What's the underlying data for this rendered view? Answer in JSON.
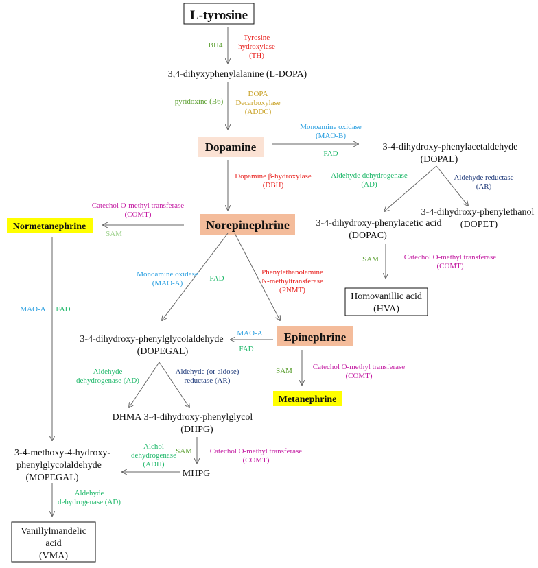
{
  "colors": {
    "black": "#111111",
    "red": "#e8211e",
    "green": "#5a9e2f",
    "teal": "#1fb86a",
    "blue": "#2a9fe0",
    "navy": "#1f3a7a",
    "magenta": "#c41ea3",
    "gold": "#c9a227",
    "pale_green": "#9cd08a",
    "highlight_yellow": "#ffff00",
    "highlight_salmon": "#f2b08a",
    "highlight_peach": "#fbe2d4"
  },
  "compounds": {
    "l_tyrosine": "L-tyrosine",
    "l_dopa": "3,4-dihyxyphenylalanine (L-DOPA)",
    "dopamine": "Dopamine",
    "dopal_1": "3-4-dihydroxy-phenylacetaldehyde",
    "dopal_2": "(DOPAL)",
    "norepinephrine": "Norepinephrine",
    "normetanephrine": "Normetanephrine",
    "dopac_1": "3-4-dihydroxy-phenylacetic acid",
    "dopac_2": "(DOPAC)",
    "dopet_1": "3-4-dihydroxy-phenylethanol",
    "dopet_2": "(DOPET)",
    "hva_1": "Homovanillic acid",
    "hva_2": "(HVA)",
    "epinephrine": "Epinephrine",
    "dopegal_1": "3-4-dihydroxy-phenylglycolaldehyde",
    "dopegal_2": "(DOPEGAL)",
    "metanephrine": "Metanephrine",
    "dhma": "DHMA",
    "dhpg_1": "3-4-dihydroxy-phenylglycol",
    "dhpg_2": "(DHPG)",
    "mopegal_1": "3-4-methoxy-4-hydroxy-",
    "mopegal_2": "phenylglycolaldehyde",
    "mopegal_3": "(MOPEGAL)",
    "mhpg": "MHPG",
    "vma_1": "Vanillylmandelic",
    "vma_2": "acid",
    "vma_3": "(VMA)"
  },
  "enzymes": {
    "bh4": "BH4",
    "th_1": "Tyrosine",
    "th_2": "hydroxylase",
    "th_3": "(TH)",
    "b6": "pyridoxine (B6)",
    "addc_1": "DOPA",
    "addc_2": "Decarboxylase",
    "addc_3": "(ADDC)",
    "maob_1": "Monoamine oxidase",
    "maob_2": "(MAO-B)",
    "fad_dopal": "FAD",
    "dbh_1": "Dopamine β-hydroxylase",
    "dbh_2": "(DBH)",
    "ad_dopac_1": "Aldehyde dehydrogenase",
    "ad_dopac_2": "(AD)",
    "ar_dopet_1": "Aldehyde  reductase",
    "ar_dopet_2": "(AR)",
    "comt_nm_1": "Catechol O-methyl transferase",
    "comt_nm_2": "(COMT)",
    "sam_nm": "SAM",
    "sam_hva": "SAM",
    "comt_hva_1": "Catechol O-methyl transferase",
    "comt_hva_2": "(COMT)",
    "maoa_1": "Monoamine oxidase",
    "maoa_2": "(MAO-A)",
    "fad_dopegal": "FAD",
    "pnmt_1": "Phenylethanolamine",
    "pnmt_2": "N-methyltransferase",
    "pnmt_3": "(PNMT)",
    "maoa_left": "MAO-A",
    "fad_left": "FAD",
    "maoa_epi": "MAO-A",
    "fad_epi": "FAD",
    "sam_meta": "SAM",
    "comt_meta_1": "Catechol O-methyl transferase",
    "comt_meta_2": "(COMT)",
    "ad_dhma_1": "Aldehyde",
    "ad_dhma_2": "dehydrogenase  (AD)",
    "ar_dhpg_1": "Aldehyde  (or aldose)",
    "ar_dhpg_2": "reductase  (AR)",
    "adh_1": "Alchol",
    "adh_2": "dehydrogenase",
    "adh_3": "(ADH)",
    "sam_mhpg": "SAM",
    "comt_mhpg_1": "Catechol O-methyl transferase",
    "comt_mhpg_2": "(COMT)",
    "ad_vma_1": "Aldehyde",
    "ad_vma_2": "dehydrogenase  (AD)"
  }
}
